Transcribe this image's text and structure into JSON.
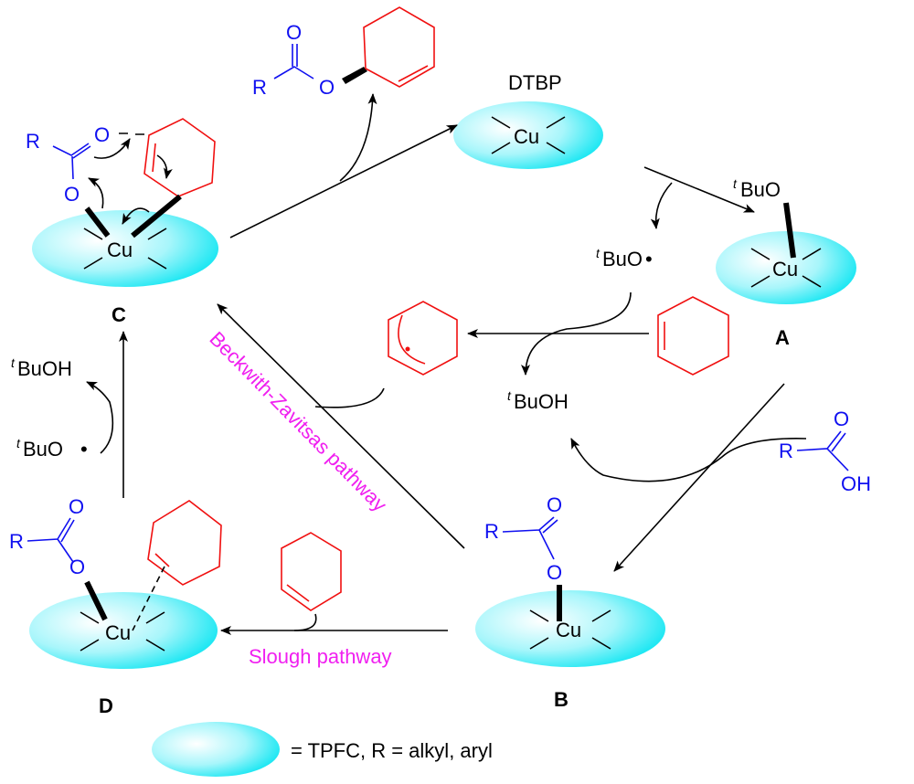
{
  "reagents": {
    "oxidant": "DTBP",
    "tbuo_radical": "BuO",
    "tbuo_prefix": "t",
    "tbuoh": "BuOH",
    "radical_dot": "•"
  },
  "metal": "Cu",
  "atoms": {
    "R": "R",
    "O": "O",
    "OH": "OH"
  },
  "intermediates": {
    "A": "A",
    "B": "B",
    "C": "C",
    "D": "D"
  },
  "pathways": {
    "beckwith": "Beckwith-Zavitsas pathway",
    "slough": "Slough pathway"
  },
  "legend": {
    "text": "= TPFC, R = alkyl, aryl"
  },
  "colors": {
    "catalyst": "#00e5f0",
    "acid": "#1010f0",
    "alkene": "#f01010",
    "pathway": "#f020f0"
  }
}
